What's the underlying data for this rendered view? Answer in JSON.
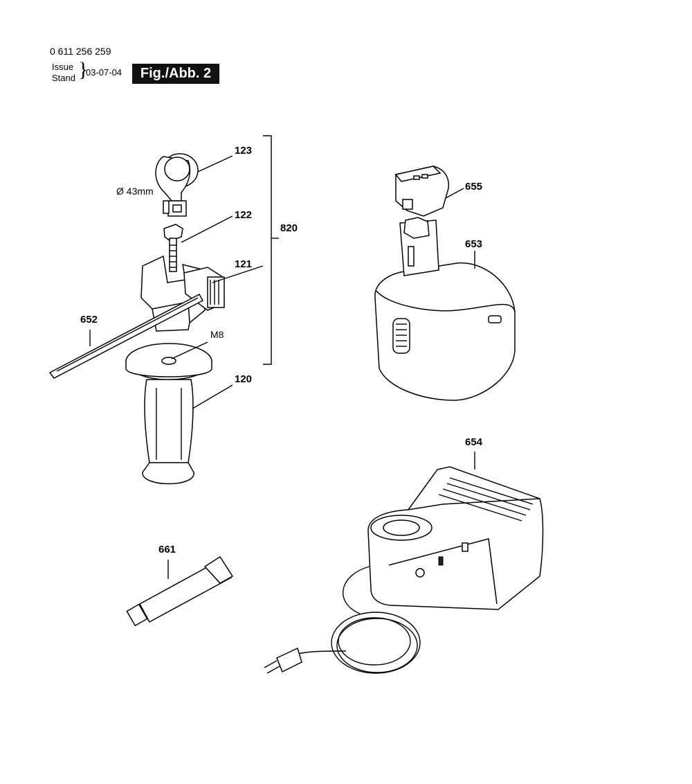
{
  "header": {
    "part_number": "0 611 256 259",
    "issue_label_1": "Issue",
    "issue_label_2": "Stand",
    "issue_date": "03-07-04",
    "figure_label": "Fig./Abb. 2"
  },
  "callouts": {
    "c123": "123",
    "c122": "122",
    "c121": "121",
    "c820": "820",
    "c652": "652",
    "c120": "120",
    "c655": "655",
    "c653": "653",
    "c654": "654",
    "c661": "661"
  },
  "annotations": {
    "diameter": "Ø 43mm",
    "thread": "M8"
  }
}
